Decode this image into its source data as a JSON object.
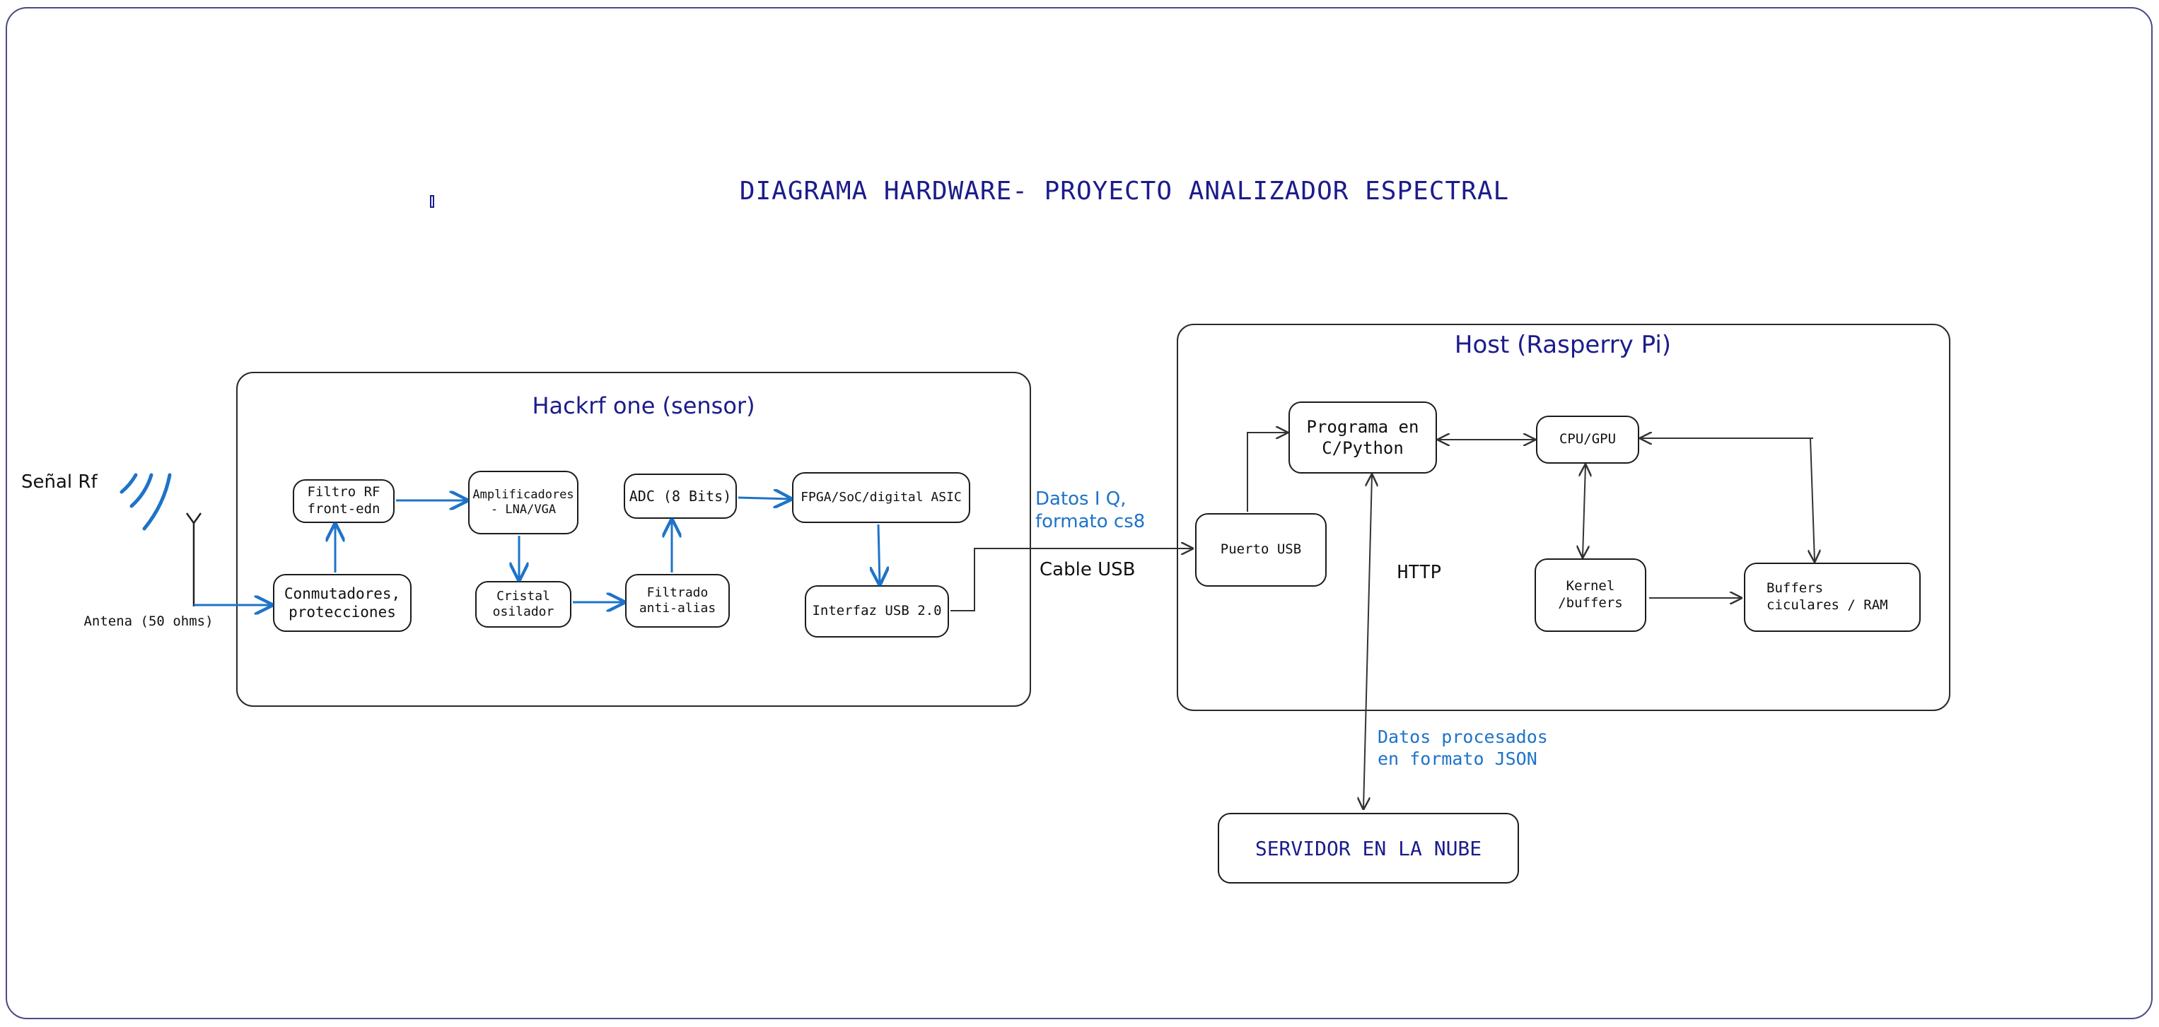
{
  "title": "DIAGRAMA HARDWARE- PROYECTO ANALIZADOR ESPECTRAL",
  "signal_label": "Señal Rf",
  "antenna_label": "Antena (50 ohms)",
  "hackrf": {
    "title": "Hackrf one (sensor)",
    "blocks": {
      "filtro": "Filtro RF front-edn",
      "conmutadores": "Conmutadores, protecciones",
      "amplificadores": "Amplificadores - LNA/VGA",
      "cristal": "Cristal osilador",
      "adc": "ADC (8 Bits)",
      "filtrado": "Filtrado anti-alias",
      "fpga": "FPGA/SoC/digital ASIC",
      "usb": "Interfaz USB 2.0"
    }
  },
  "link": {
    "datos_iq": "Datos I Q, formato cs8",
    "cable": "Cable USB"
  },
  "host": {
    "title": "Host (Rasperry Pi)",
    "blocks": {
      "puerto": "Puerto USB",
      "programa": "Programa en C/Python",
      "cpu": "CPU/GPU",
      "kernel": "Kernel /buffers",
      "buffers": "Buffers ciculares / RAM"
    }
  },
  "http_label": "HTTP",
  "json_label": "Datos procesados en formato JSON",
  "server_label": "SERVIDOR EN LA NUBE",
  "colors": {
    "blue_arrow": "#1e73c8",
    "navy_text": "#1c1c8c",
    "border": "#1b1b1b"
  }
}
